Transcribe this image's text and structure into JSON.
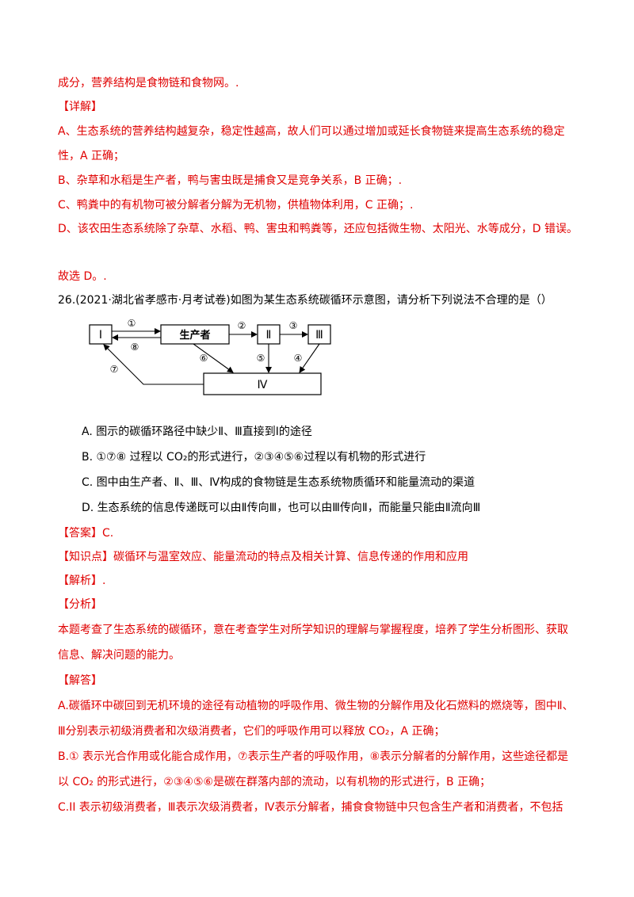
{
  "prev": {
    "line1": "成分，营养结构是食物链和食物网。.",
    "detail_tag": "【详解】",
    "a_line1": "A、生态系统的营养结构越复杂，稳定性越高，故人们可以通过增加或延长食物链来提高生态系统的稳定",
    "a_line2": "性，A 正确；",
    "b": "B、杂草和水稻是生产者，鸭与害虫既是捕食又是竞争关系，B 正确；.",
    "c": "C、鸭粪中的有机物可被分解者分解为无机物，供植物体利用，C 正确；.",
    "d": "D、该农田生态系统除了杂草、水稻、鸭、害虫和鸭粪等，还应包括微生物、太阳光、水等成分，D 错误。",
    "choose": "故选 D。."
  },
  "q26": {
    "stem": "26.(2021·湖北省孝感市·月考试卷)如图为某生态系统碳循环示意图，请分析下列说法不合理的是（）",
    "diagram": {
      "box_I": "Ⅰ",
      "box_producer": "生产者",
      "box_II": "Ⅱ",
      "box_III": "Ⅲ",
      "box_IV": "Ⅳ",
      "n1": "①",
      "n2": "②",
      "n3": "③",
      "n4": "④",
      "n5": "⑤",
      "n6": "⑥",
      "n7": "⑦",
      "n8": "⑧"
    },
    "options": {
      "A": "A. 图示的碳循环路径中缺少Ⅱ、Ⅲ直接到Ⅰ的途径",
      "B": "B. ①⑦⑧ 过程以 CO₂的形式进行，②③④⑤⑥过程以有机物的形式进行",
      "C": "C. 图中由生产者、Ⅱ、Ⅲ、Ⅳ构成的食物链是生态系统物质循环和能量流动的渠道",
      "D": "D. 生态系统的信息传递既可以由Ⅱ传向Ⅲ，也可以由Ⅲ传向Ⅱ，而能量只能由Ⅱ流向Ⅲ"
    },
    "answer_tag": "【答案】",
    "answer": "C.",
    "kp_tag": "【知识点】",
    "kp": "碳循环与温室效应、能量流动的特点及相关计算、信息传递的作用和应用",
    "jiexi_tag": "【解析】",
    "jiexi_dot": ".",
    "fenxi_tag": "【分析】",
    "fenxi_line1": "本题考查了生态系统的碳循环，意在考查学生对所学知识的理解与掌握程度，培养了学生分析图形、获取",
    "fenxi_line2": "信息、解决问题的能力。",
    "jieda_tag": "【解答】",
    "sol_a1": "A.碳循环中碳回到无机环境的途径有动植物的呼吸作用、微生物的分解作用及化石燃料的燃烧等，图中Ⅱ、",
    "sol_a2": "Ⅲ分别表示初级消费者和次级消费者，它们的呼吸作用可以释放 CO₂，A 正确；",
    "sol_b1": "B.① 表示光合作用或化能合成作用，⑦表示生产者的呼吸作用，⑧表示分解者的分解作用，这些途径都是",
    "sol_b2": "以 CO₂ 的形式进行，②③④⑤⑥是碳在群落内部的流动，以有机物的形式进行，B 正确；",
    "sol_c1": "C.II 表示初级消费者，Ⅲ表示次级消费者，Ⅳ表示分解者，捕食食物链中只包含生产者和消费者，不包括"
  }
}
